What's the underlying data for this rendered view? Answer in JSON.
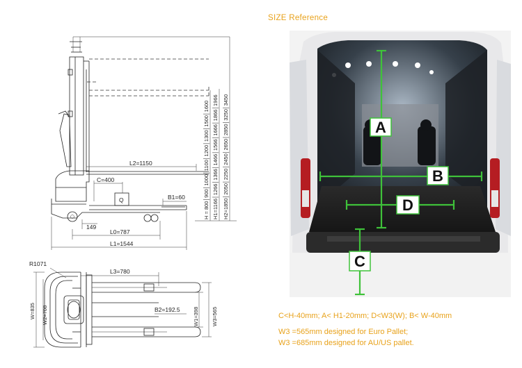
{
  "heading": "SIZE  Reference",
  "side_view": {
    "l2": "L2=1150",
    "c": "C=400",
    "q": "Q",
    "b1": "B1=60",
    "e": "149",
    "l0": "L0=787",
    "l1": "L1=1544",
    "h": "H = 800│900│1000│1100│1200│1300│1500│1600",
    "h1": "H1=1166│1266│1366│1466│1566│1666│1866│1966",
    "h2": "H2=1850│2050│2250│2450│2650│2850│3250│3450"
  },
  "top_view": {
    "r": "R1071",
    "l3": "L3=780",
    "w": "W=835",
    "w2": "W2=708",
    "b2": "B2=192.5",
    "w1": "W1=398",
    "w3": "W3=565"
  },
  "photo": {
    "label_a": "A",
    "label_b": "B",
    "label_c": "C",
    "label_d": "D"
  },
  "notes": {
    "line1": "C<H-40mm;  A< H1-20mm; D<W3(W); B< W-40mm",
    "line2": "W3 =565mm designed for Euro Pallet;",
    "line3": "W3 =685mm designed for AU/US pallet."
  },
  "colors": {
    "accent": "#e8a21b",
    "marker_green": "#3fc23a",
    "label_bg": "#ffffff"
  }
}
